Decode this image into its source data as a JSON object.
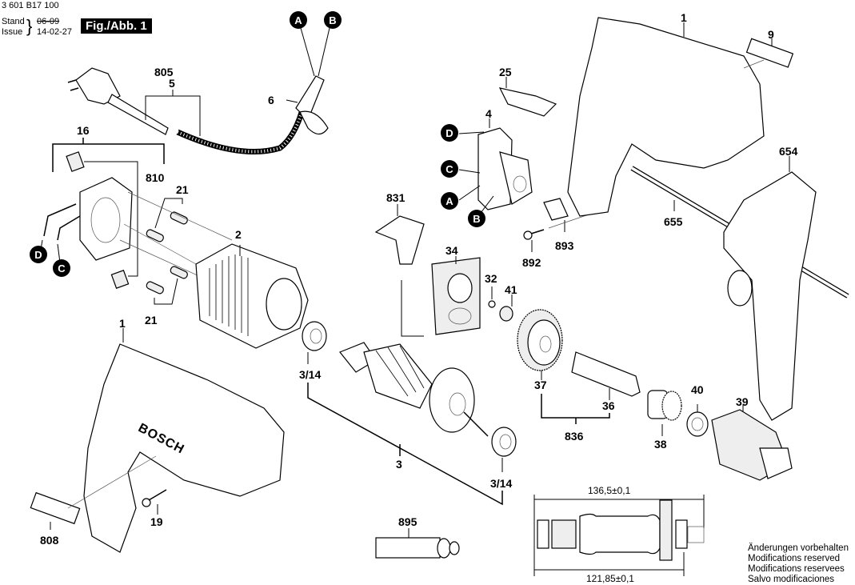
{
  "header": {
    "doc_number": "3 601 B17 100",
    "stand_label": "Stand",
    "issue_label": "Issue",
    "stand_value": "06-09",
    "issue_value": "14-02-27",
    "figure_label": "Fig./Abb. 1"
  },
  "connector_markers": [
    "A",
    "B",
    "C",
    "D"
  ],
  "part_labels": {
    "p1_housing_top": "1",
    "p9": "9",
    "p805": "805",
    "p5": "5",
    "p6": "6",
    "p25": "25",
    "p4": "4",
    "p16": "16",
    "p810": "810",
    "p21_top": "21",
    "p21_bottom": "21",
    "p2": "2",
    "p831": "831",
    "p893": "893",
    "p892": "892",
    "p654": "654",
    "p655": "655",
    "p34": "34",
    "p32": "32",
    "p41": "41",
    "p1_housing_bottom": "1",
    "p3_14_left": "3/14",
    "p37": "37",
    "p36": "36",
    "p40": "40",
    "p39": "39",
    "p836": "836",
    "p38": "38",
    "p3": "3",
    "p3_14_right": "3/14",
    "p19": "19",
    "p808": "808",
    "p895": "895"
  },
  "dimensions": {
    "overall_length": "136,5±0,1",
    "bearing_length": "121,85±0,1"
  },
  "notes": [
    "Änderungen vorbehalten",
    "Modifications reserved",
    "Modifications reservees",
    "Salvo modificaciones"
  ],
  "brand_mark": "BOSCH"
}
